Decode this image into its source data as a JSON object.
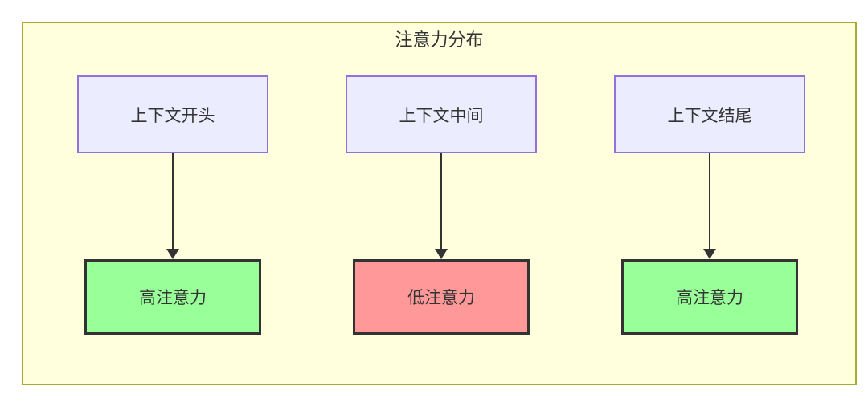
{
  "diagram": {
    "title": "注意力分布",
    "colors": {
      "frame_bg": "#ffffde",
      "frame_border": "#aaaa33",
      "node_bg": "#ECECFF",
      "node_border": "#9370DB",
      "high_bg": "#99ff99",
      "low_bg": "#ff9999",
      "result_border": "#333333",
      "text": "#333333",
      "arrow": "#333333"
    },
    "columns": [
      {
        "source": "上下文开头",
        "result": "高注意力",
        "result_type": "high"
      },
      {
        "source": "上下文中间",
        "result": "低注意力",
        "result_type": "low"
      },
      {
        "source": "上下文结尾",
        "result": "高注意力",
        "result_type": "high"
      }
    ]
  }
}
